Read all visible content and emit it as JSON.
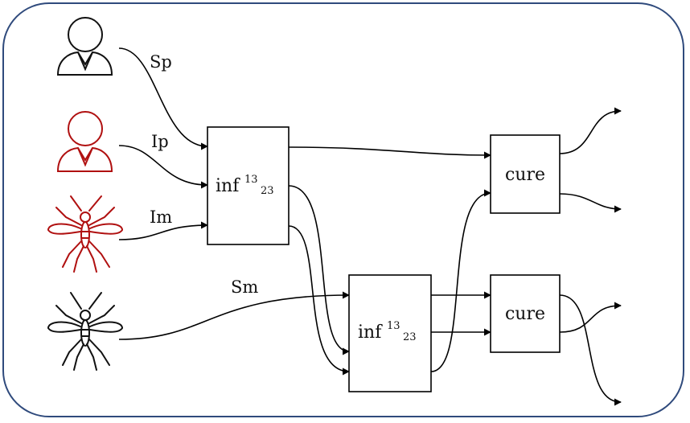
{
  "entities": {
    "susceptible_person": {
      "label": "Sp",
      "color": "#111111",
      "icon": "person-icon"
    },
    "infected_person": {
      "label": "Ip",
      "color": "#b01010",
      "icon": "person-icon"
    },
    "infected_mosquito": {
      "label": "Im",
      "color": "#b01010",
      "icon": "mosquito-icon"
    },
    "susceptible_mosquito": {
      "label": "Sm",
      "color": "#111111",
      "icon": "mosquito-icon"
    }
  },
  "boxes": {
    "infection_top": {
      "base": "inf",
      "sup": "13",
      "sub": "23"
    },
    "infection_bottom": {
      "base": "inf",
      "sup": "13",
      "sub": "23"
    },
    "cure_top": {
      "label": "cure"
    },
    "cure_bottom": {
      "label": "cure"
    }
  },
  "colors": {
    "frame": "#2f4a7c",
    "infected": "#b01010",
    "susceptible": "#111111"
  }
}
